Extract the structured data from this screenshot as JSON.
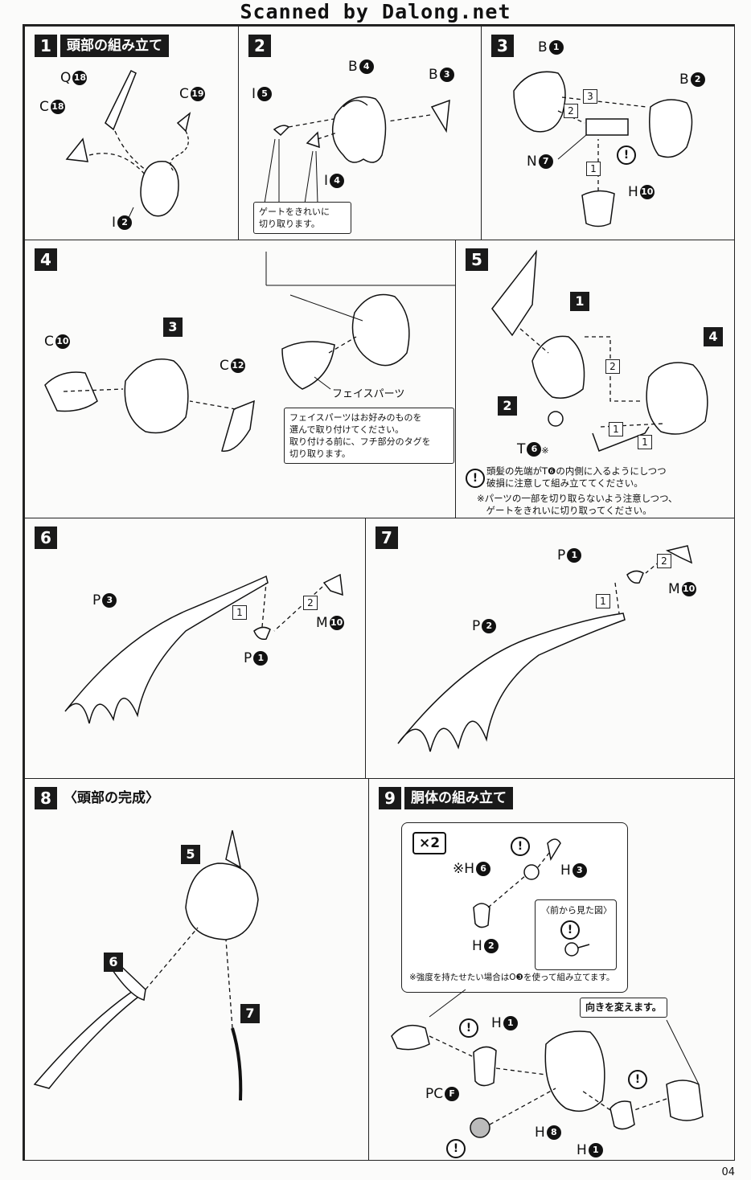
{
  "header": {
    "scan_credit": "Scanned by Dalong.net"
  },
  "steps": [
    {
      "num": "1",
      "title": "頭部の組み立て",
      "labels": {
        "q18": "Q",
        "q18n": "18",
        "c18": "C",
        "c18n": "18",
        "c19": "C",
        "c19n": "19",
        "i2": "I",
        "i2n": "2"
      }
    },
    {
      "num": "2",
      "labels": {
        "i5": "I",
        "i5n": "5",
        "b4": "B",
        "b4n": "4",
        "b3": "B",
        "b3n": "3",
        "i4": "I",
        "i4n": "4"
      },
      "note": "ゲートをきれいに\n切り取ります。"
    },
    {
      "num": "3",
      "labels": {
        "b1": "B",
        "b1n": "1",
        "b2": "B",
        "b2n": "2",
        "n7": "N",
        "n7n": "7",
        "h10": "H",
        "h10n": "10"
      },
      "order": [
        "3",
        "2",
        "1"
      ]
    },
    {
      "num": "4",
      "labels": {
        "c10": "C",
        "c10n": "10",
        "c12": "C",
        "c12n": "12",
        "ref3": "3",
        "face": "フェイスパーツ"
      },
      "note": "フェイスパーツはお好みのものを\n選んで取り付けてください。\n取り付ける前に、フチ部分のタグを\n切り取ります。"
    },
    {
      "num": "5",
      "labels": {
        "ref1": "1",
        "ref2": "2",
        "ref4": "4",
        "t6": "T",
        "t6n": "6",
        "t6mark": "※"
      },
      "order": [
        "2",
        "1",
        "1"
      ],
      "caption1": "頭髪の先端がT❻の内側に入るようにしつつ\n破損に注意して組み立ててください。",
      "caption2": "※パーツの一部を切り取らないよう注意しつつ、\n　ゲートをきれいに切り取ってください。"
    },
    {
      "num": "6",
      "labels": {
        "p3": "P",
        "p3n": "3",
        "m10": "M",
        "m10n": "10",
        "p1": "P",
        "p1n": "1"
      },
      "order": [
        "1",
        "2"
      ]
    },
    {
      "num": "7",
      "labels": {
        "p1": "P",
        "p1n": "1",
        "m10": "M",
        "m10n": "10",
        "p2": "P",
        "p2n": "2"
      },
      "order": [
        "2",
        "1"
      ]
    },
    {
      "num": "8",
      "title": "〈頭部の完成〉",
      "labels": {
        "ref5": "5",
        "ref6": "6",
        "ref7": "7"
      }
    },
    {
      "num": "9",
      "title": "胴体の組み立て",
      "labels": {
        "x2": "×2",
        "h6": "※H",
        "h6n": "6",
        "h3": "H",
        "h3n": "3",
        "h2": "H",
        "h2n": "2",
        "front": "〈前から見た図〉",
        "h1a": "H",
        "h1an": "1",
        "pcf": "PC",
        "pcfn": "F",
        "h8": "H",
        "h8n": "8",
        "h1b": "H",
        "h1bn": "1",
        "turn": "向きを変えます。"
      },
      "caption": "※強度を持たせたい場合はO❸を使って組み立てます。"
    }
  ],
  "footer": {
    "page": "04"
  }
}
